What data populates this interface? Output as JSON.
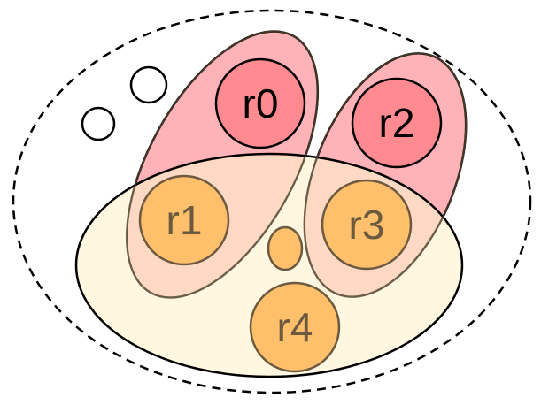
{
  "colors": {
    "outer_boundary": "#000000",
    "pink_fill": "#ffb3b8",
    "yellow_fill": "#fff2cc",
    "red_node": "#ff8a8f",
    "orange_node": "#ffbf6b",
    "orange_stroke": "#6b5a40",
    "orange_text": "#6b5a40",
    "red_text": "#000000"
  },
  "nodes": {
    "r0": "r0",
    "r1": "r1",
    "r2": "r2",
    "r3": "r3",
    "r4": "r4"
  }
}
